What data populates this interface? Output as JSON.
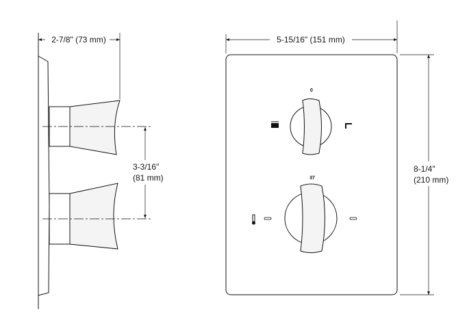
{
  "dimensions": {
    "depth": "2-7/8\" (73 mm)",
    "width": "5-15/16\" (151 mm)",
    "spacing_line1": "3-3/16\"",
    "spacing_line2": "(81 mm)",
    "height_line1": "8-1/4\"",
    "height_line2": "(210 mm)"
  },
  "markings": {
    "off_position": "0",
    "temperature_setting": "37"
  },
  "icons": {
    "left_diverter": "tub-filler-icon",
    "right_diverter": "shower-head-icon",
    "temperature": "thermometer-icon"
  }
}
